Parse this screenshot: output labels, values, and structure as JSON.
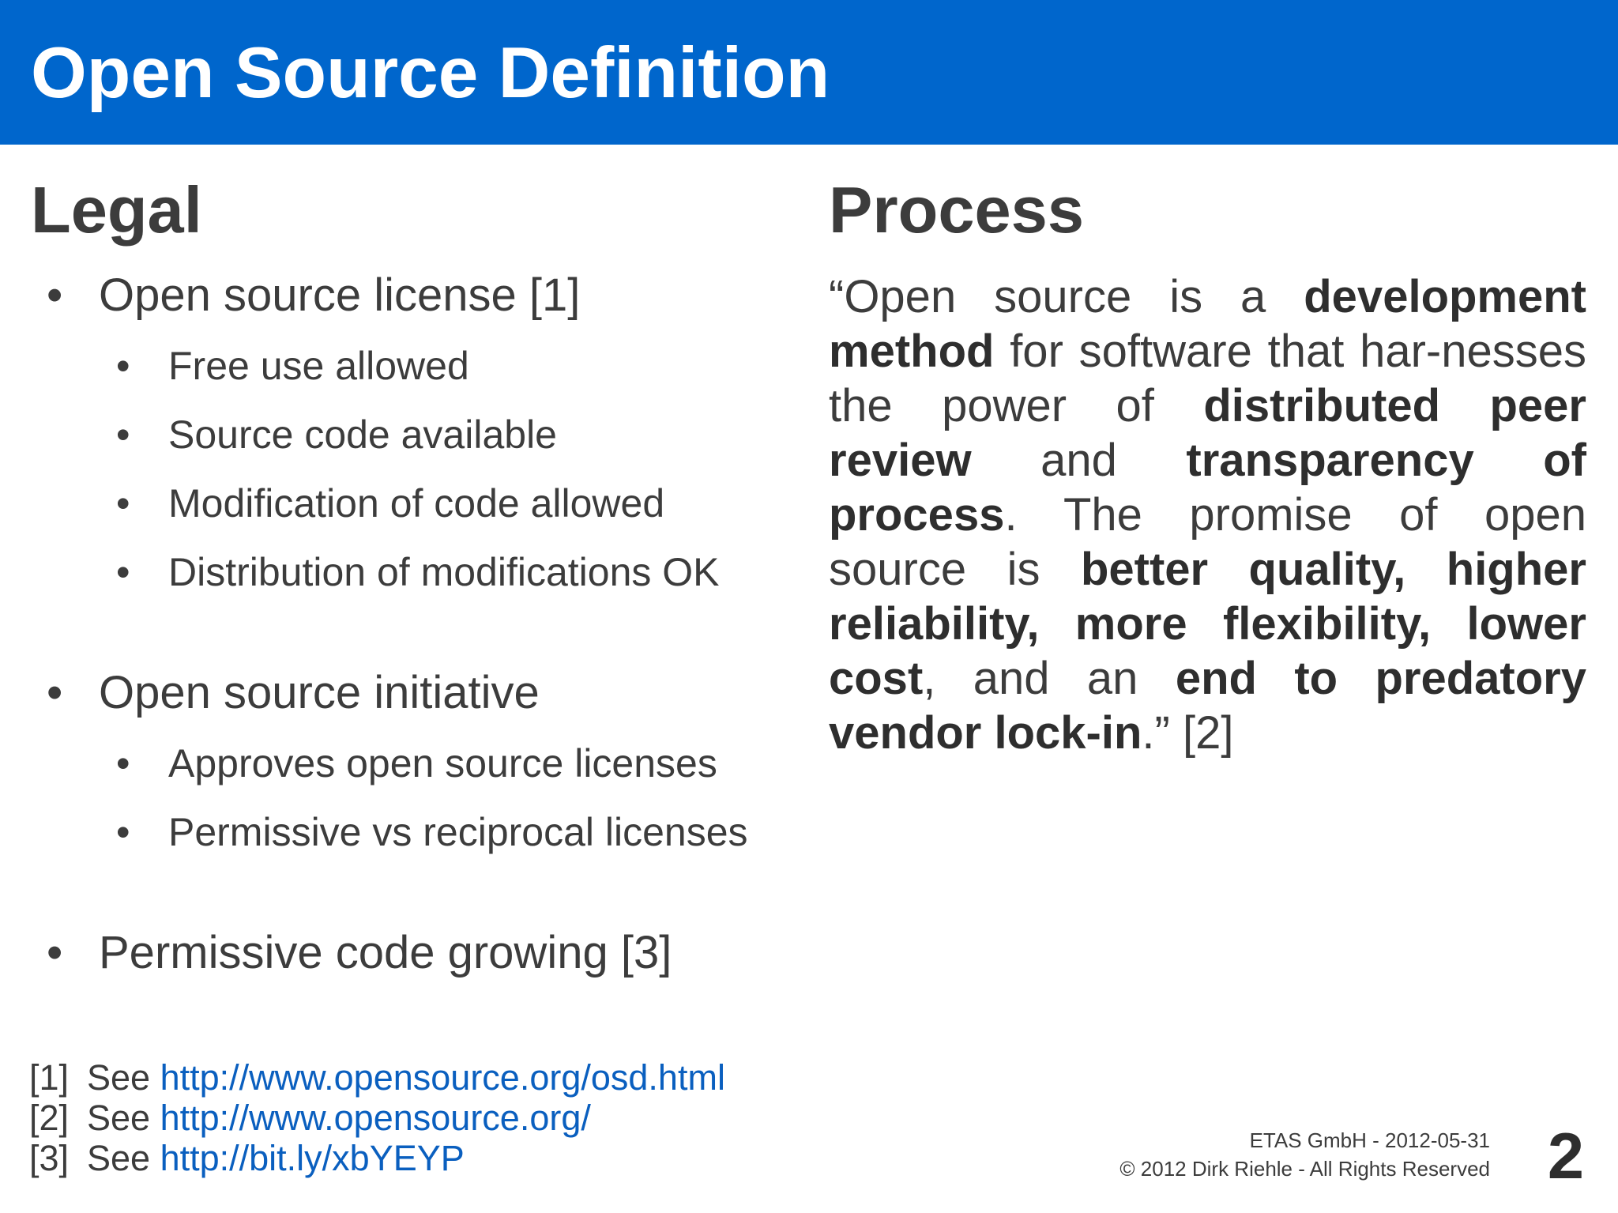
{
  "header": {
    "title": "Open Source Definition"
  },
  "legal": {
    "title": "Legal",
    "bullets": [
      {
        "label": "Open source license [1]",
        "subs": [
          "Free use allowed",
          "Source code available",
          "Modification of code allowed",
          "Distribution of modifications OK"
        ]
      },
      {
        "label": "Open source initiative",
        "subs": [
          "Approves open source licenses",
          "Permissive vs reciprocal licenses"
        ]
      },
      {
        "label": "Permissive code growing [3]",
        "subs": []
      }
    ]
  },
  "process": {
    "title": "Process",
    "quote": [
      {
        "t": "“Open source is a ",
        "b": false
      },
      {
        "t": "development method",
        "b": true
      },
      {
        "t": " for software that har-nesses the power of ",
        "b": false
      },
      {
        "t": "distributed peer review",
        "b": true
      },
      {
        "t": " and ",
        "b": false
      },
      {
        "t": "transparency of process",
        "b": true
      },
      {
        "t": ". The promise of open source is ",
        "b": false
      },
      {
        "t": "better quality, higher reliability, more flexibility, lower cost",
        "b": true
      },
      {
        "t": ", and an ",
        "b": false
      },
      {
        "t": "end to predatory vendor lock-in",
        "b": true
      },
      {
        "t": ".” [2]",
        "b": false
      }
    ]
  },
  "references": [
    {
      "num": "[1]",
      "prefix": "See ",
      "link": "http://www.opensource.org/osd.html"
    },
    {
      "num": "[2]",
      "prefix": "See ",
      "link": "http://www.opensource.org/"
    },
    {
      "num": "[3]",
      "prefix": "See ",
      "link": "http://bit.ly/xbYEYP"
    }
  ],
  "footer": {
    "line1": "ETAS GmbH - 2012-05-31",
    "line2": "© 2012 Dirk Riehle - All Rights Reserved",
    "page_number": "2"
  },
  "bullet_char": "•",
  "colors": {
    "header_bg": "#0066cc",
    "text": "#3c3c3c",
    "link": "#0a5fbf"
  }
}
